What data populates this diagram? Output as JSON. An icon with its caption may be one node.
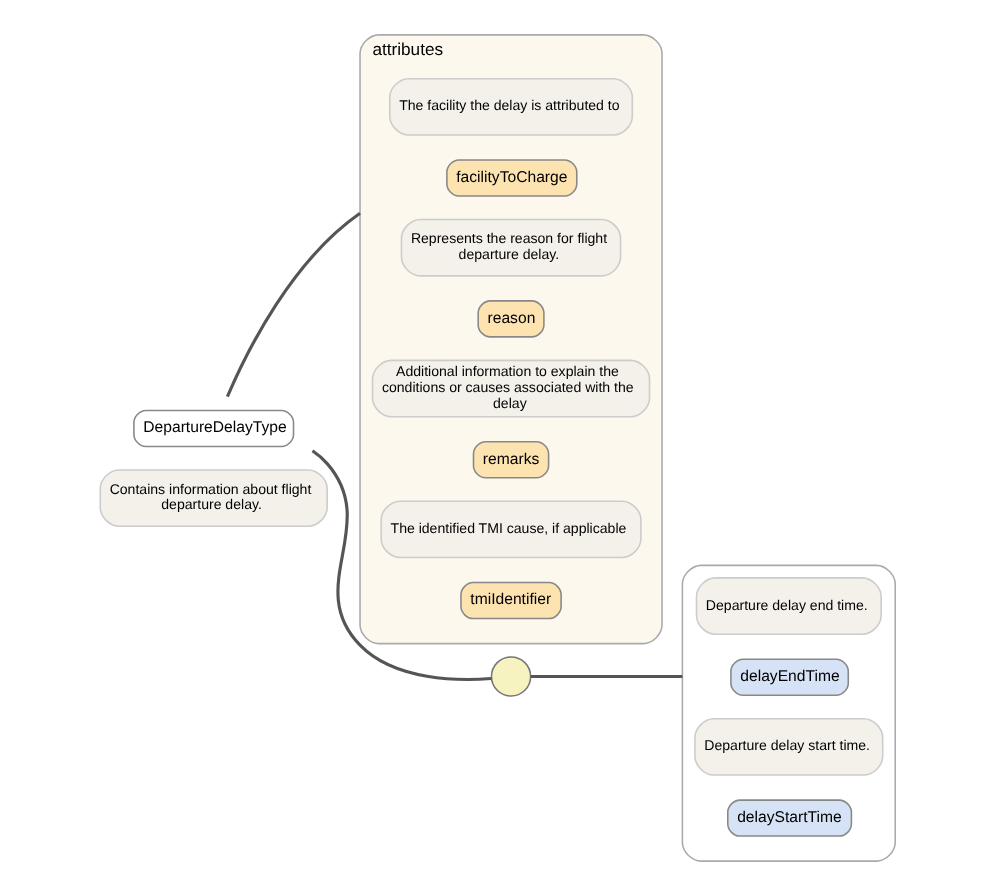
{
  "diagram": {
    "nodes": [
      {
        "text": [
          "DepartureDelayType"
        ],
        "beside": [
          "Contains information about flight departure delay."
        ]
      },
      {
        "text": [
          "attributes"
        ]
      },
      {
        "text": [
          "facilityToCharge"
        ],
        "in": 1,
        "beside": [
          "The facility the delay is attributed to"
        ]
      },
      {
        "text": [
          "reason"
        ],
        "in": 1,
        "beside": [
          "Represents the reason for flight departure delay."
        ]
      },
      {
        "text": [
          "remarks"
        ],
        "in": 1,
        "beside": [
          "Additional information to explain the conditions or causes associated with the delay"
        ]
      },
      {
        "text": [
          "tmiIdentifier"
        ],
        "in": 1,
        "beside": [
          "The identified TMI cause, if applicable"
        ]
      },
      {
        "text": [],
        "shape": "circle"
      },
      {
        "text": [],
        "shape": "box"
      },
      {
        "text": [
          "delayEndTime"
        ],
        "in": 7,
        "beside": [
          "Departure delay end time."
        ]
      },
      {
        "text": [
          "delayStartTime"
        ],
        "in": 7,
        "beside": [
          "Departure delay start time."
        ]
      }
    ],
    "edges": [
      {
        "from": 0,
        "to": 1,
        "arrow": "none"
      },
      {
        "from": 0,
        "to": 6,
        "arrow": "none"
      },
      {
        "from": 6,
        "to": 7,
        "arrow": "none"
      }
    ]
  }
}
